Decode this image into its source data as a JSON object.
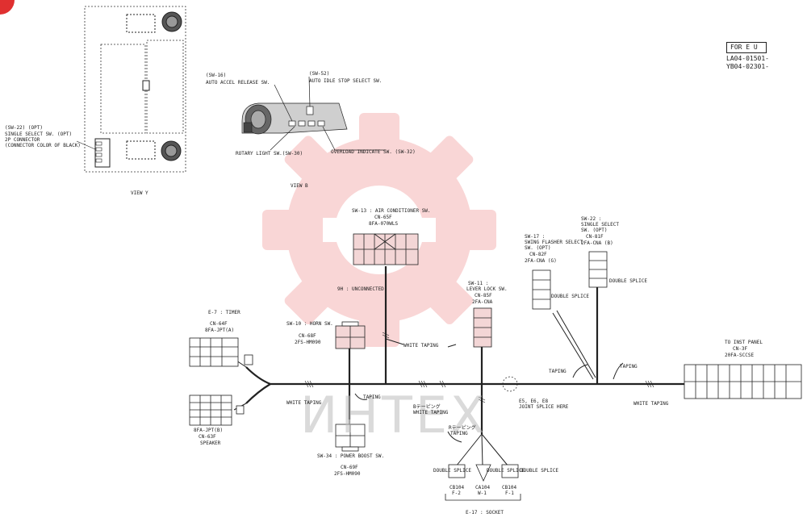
{
  "watermark": {
    "text": "ИНТЕХ",
    "color": "#e84a4a"
  },
  "header": {
    "region": "FOR E U",
    "code1": "LA04-01501-",
    "code2": "YB04-02301-"
  },
  "views": {
    "view_y": "VIEW Y",
    "view_b": "VIEW B"
  },
  "top_labels": {
    "sw16": "(SW-16)",
    "sw16_desc": "AUTO ACCEL RELEASE SW.",
    "sw52": "(SW-52)",
    "sw52_desc": "AUTO IDLE STOP SELECT SW.",
    "sw30": "ROTARY LIGHT SW.(SW-30)",
    "sw32": "OVERLOAD INDICATE SW. (SW-32)",
    "sw22opt": "(SW-22) (OPT)",
    "sw22opt_desc1": "SINGLE SELECT SW. (OPT)",
    "sw22opt_desc2": "2P CONNECTOR",
    "sw22opt_desc3": "(CONNECTOR COLOR OF BLACK)"
  },
  "components": {
    "sw13": {
      "line1": "SW-13 : AIR CONDITIONER SW.",
      "line2": "CN-65F",
      "line3": "8FA-070WLS",
      "note": "9H : UNCONNECTED"
    },
    "e7": {
      "line1": "E-7 : TIMER",
      "line2": "CN-64F",
      "line3": "8FA-JPT(A)"
    },
    "sw10": {
      "line1": "SW-10 : HORN SW.",
      "line2": "CN-68F",
      "line3": "2FS-HM090"
    },
    "sw11": {
      "line1": "SW-11 :",
      "line2": "LEVER LOCK SW.",
      "line3": "CN-85F",
      "line4": "2FA-CNA"
    },
    "sw17": {
      "line1": "SW-17 :",
      "line2": "SWING FLASHER SELECT",
      "line3": "SW. (OPT)",
      "line4": "CN-82F",
      "line5": "2FA-CNA (G)"
    },
    "sw22": {
      "line1": "SW-22 :",
      "line2": "SINGLE SELECT",
      "line3": "SW. (OPT)",
      "line4": "CN-81F",
      "line5": "2FA-CNA (B)"
    },
    "speaker": {
      "line1": "8FA-JPT(B)",
      "line2": "CN-63F",
      "line3": "SPEAKER"
    },
    "sw34": {
      "line1": "SW-34 : POWER BOOST SW.",
      "line2": "CN-69F",
      "line3": "2FS-HM090"
    },
    "inst": {
      "line1": "TO INST PANEL",
      "line2": "CN-3F",
      "line3": "20FA-SCCSE"
    },
    "joint": {
      "line1": "E5, E6, E8",
      "line2": "JOINT SPLICE HERE"
    },
    "socket": {
      "line": "E-17 : SOCKET"
    },
    "cb1": {
      "line1": "CB104",
      "line2": "F-2"
    },
    "cb2": {
      "line1": "CA104",
      "line2": "W-1"
    },
    "cb3": {
      "line1": "CB104",
      "line2": "F-1"
    }
  },
  "tapes": {
    "white_taping": "WHITE TAPING",
    "taping": "TAPING",
    "b_taping": "Bテーピング",
    "r_taping": "Rテーピング",
    "double_splice": "DOUBLE SPLICE"
  }
}
